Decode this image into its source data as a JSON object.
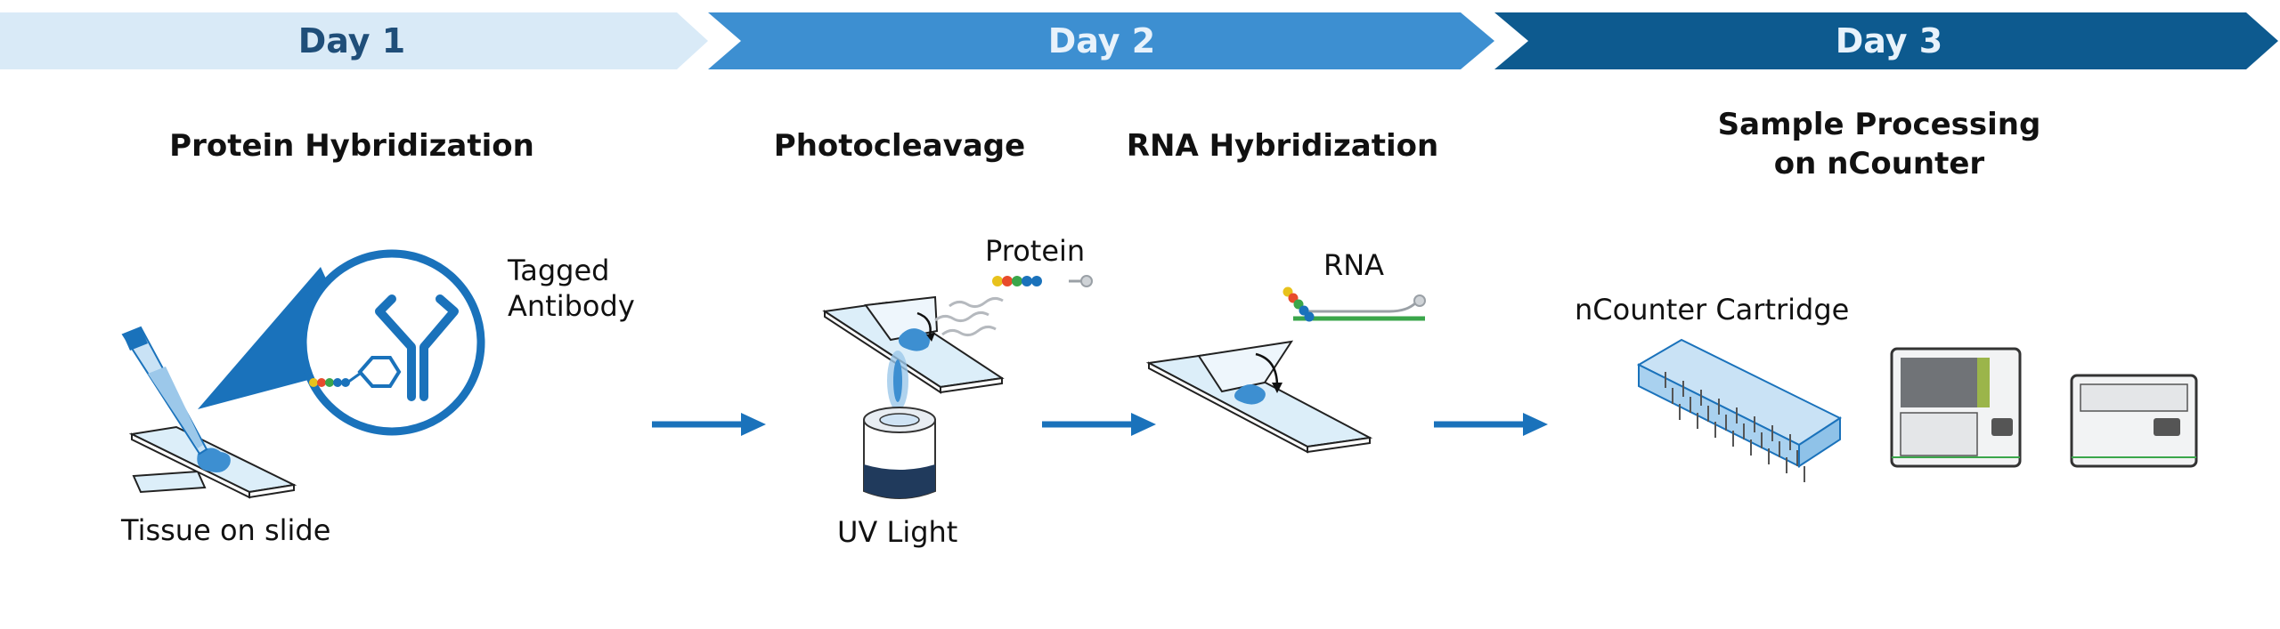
{
  "timeline": {
    "days": [
      {
        "label": "Day 1",
        "fill": "#d9eaf7",
        "text_color": "#1f4e79"
      },
      {
        "label": "Day 2",
        "fill": "#3d8fd1",
        "text_color": "#e8f2fb"
      },
      {
        "label": "Day 3",
        "fill": "#0d5a8f",
        "text_color": "#e8f2fb"
      }
    ]
  },
  "steps": {
    "protein_hybridization": {
      "title": "Protein Hybridization"
    },
    "photocleavage": {
      "title": "Photocleavage"
    },
    "rna_hybridization": {
      "title": "RNA Hybridization"
    },
    "sample_processing": {
      "title_line1": "Sample Processing",
      "title_line2": "on nCounter"
    }
  },
  "labels": {
    "tagged_antibody_line1": "Tagged",
    "tagged_antibody_line2": "Antibody",
    "tissue_on_slide": "Tissue on slide",
    "protein": "Protein",
    "uv_light": "UV Light",
    "rna": "RNA",
    "ncounter_cartridge": "nCounter Cartridge"
  },
  "colors": {
    "arrow": "#1a72bb",
    "antibody": "#1a72bb",
    "tissue": "#3d8fd1",
    "slide": "#dceef9",
    "green_line": "#3aa64a"
  },
  "barcode_colors": [
    "#e8c21c",
    "#e84b2c",
    "#3aa64a",
    "#1a72bb",
    "#1a72bb",
    "#9aa0a6"
  ]
}
